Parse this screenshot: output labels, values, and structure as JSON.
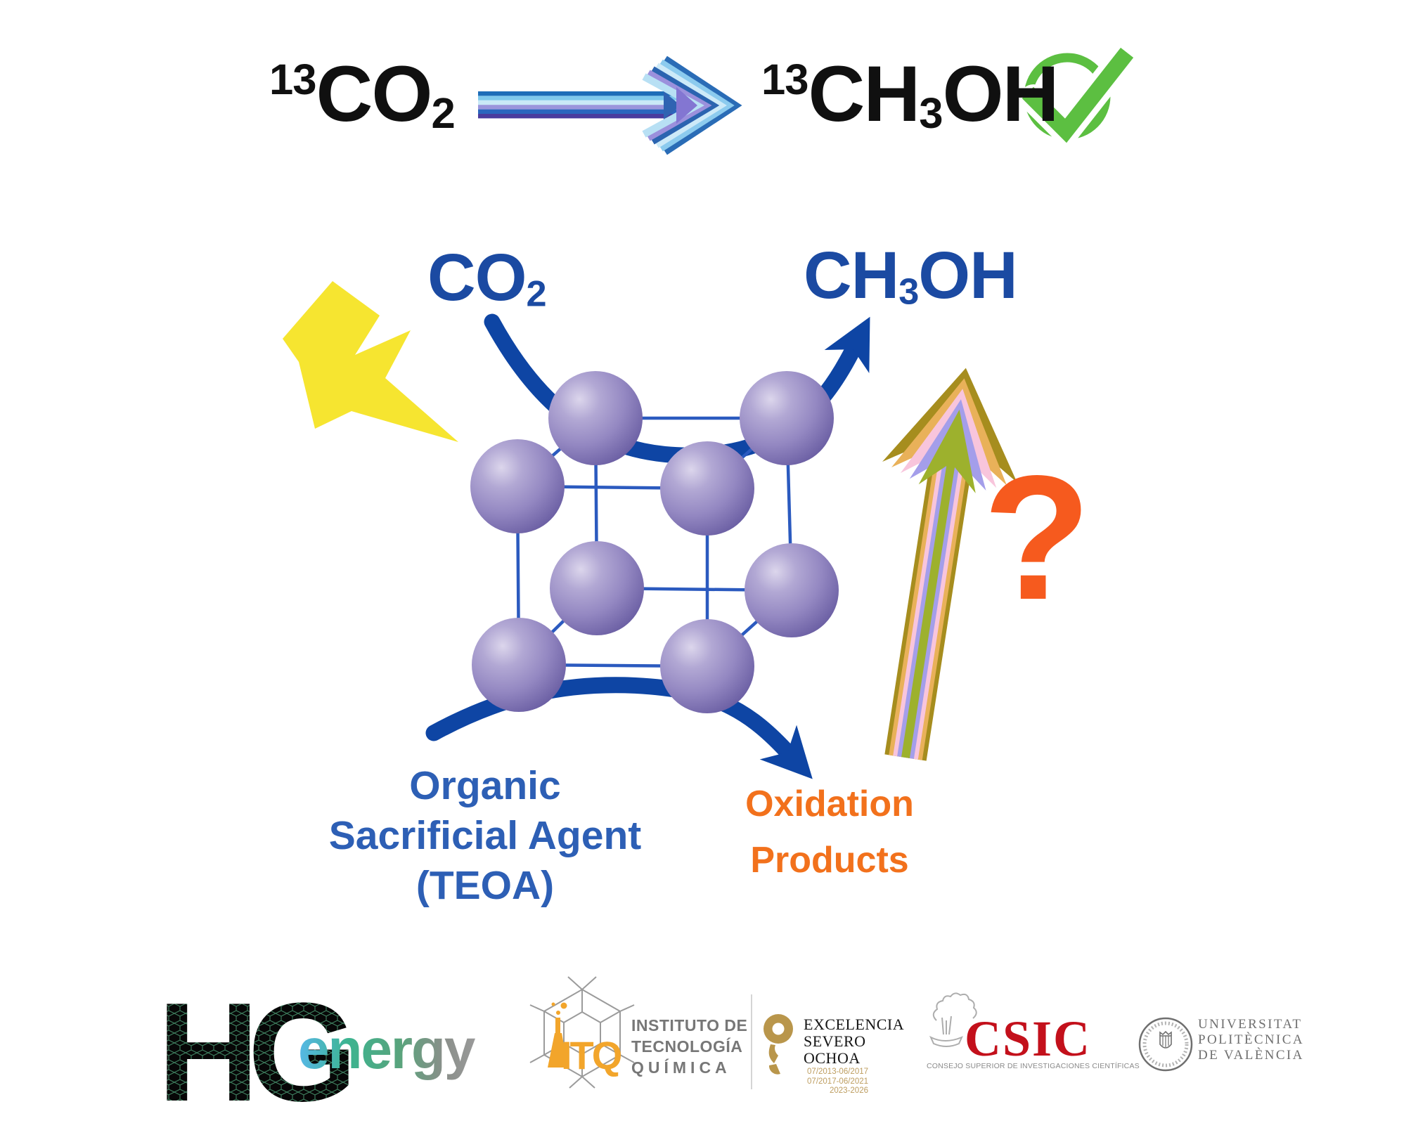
{
  "title": "Photocatalytic CO2 to CH3OH conversion graphical abstract",
  "top_reaction": {
    "reactant": {
      "isotope": "13",
      "formula": "CO",
      "subscript": "2"
    },
    "arrow_icon": "striped-right-arrow",
    "product": {
      "isotope": "13",
      "part1": "CH",
      "subscript": "3",
      "part2": "OH"
    },
    "check_icon": "green-check"
  },
  "scheme": {
    "input": {
      "formula": "CO",
      "subscript": "2"
    },
    "output": {
      "part1": "CH",
      "subscript": "3",
      "part2": "OH"
    },
    "light_icon": "lightning-bolt",
    "cluster_icon": "metal-cluster-cube",
    "sacrificial": {
      "line1": "Organic",
      "line2": "Sacrificial Agent",
      "line3": "(TEOA)"
    },
    "oxidation": {
      "line1": "Oxidation",
      "line2": "Products"
    },
    "question_mark": "?"
  },
  "footer": {
    "hg": {
      "name": "HG",
      "suffix": "energy"
    },
    "itq": {
      "abbr": "ITQ",
      "line1": "INSTITUTO DE",
      "line2": "TECNOLOGÍA",
      "line3": "QUÍMICA"
    },
    "severo": {
      "line1": "EXCELENCIA",
      "line2": "SEVERO",
      "line3": "OCHOA",
      "dates": [
        "07/2013-06/2017",
        "07/2017-06/2021",
        "2023-2026"
      ]
    },
    "csic": {
      "abbr": "CSIC",
      "subtitle": "CONSEJO SUPERIOR DE INVESTIGACIONES CIENTÍFICAS"
    },
    "upv": {
      "line1": "UNIVERSITAT",
      "line2": "POLITÈCNICA",
      "line3": "DE VALÈNCIA"
    }
  },
  "colors": {
    "deep_blue_arrow": "#0e45a4",
    "cube_line_blue": "#2b5abf",
    "label_blue": "#1b4aa2",
    "sacrificial_blue": "#2d5fb5",
    "oxidation_orange": "#f2711c",
    "question_orange": "#f65a1e",
    "lightning_yellow": "#f6e530",
    "check_green": "#5cbf41",
    "sphere_purple": "#9488c2",
    "csic_red": "#c3101b",
    "severo_gold": "#b9964b",
    "itq_orange": "#f2a52b"
  }
}
